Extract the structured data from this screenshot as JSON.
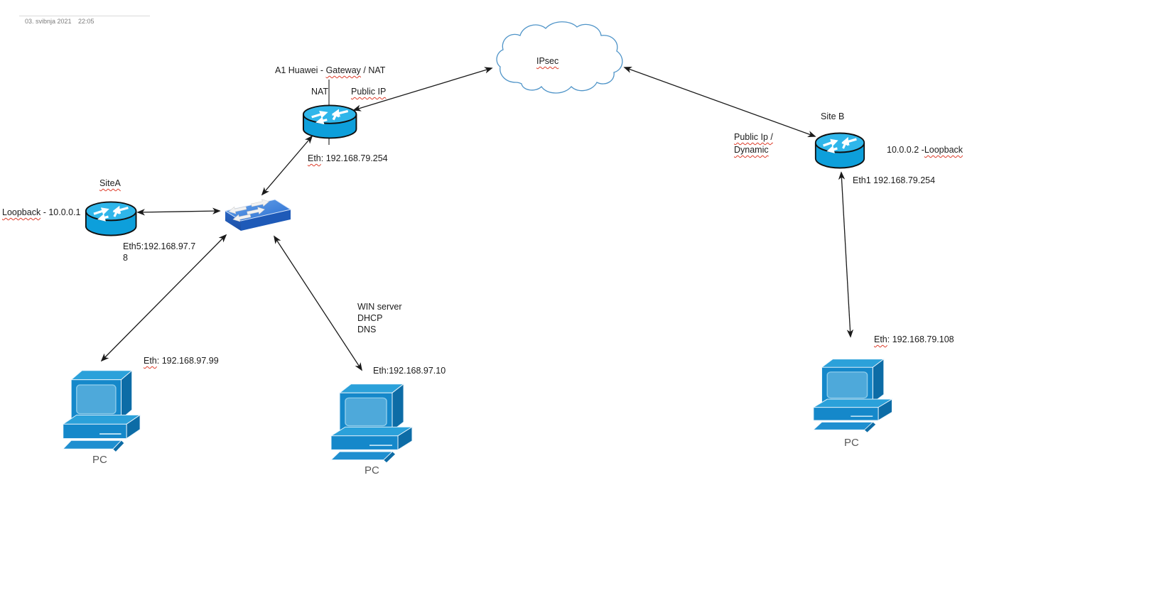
{
  "header": {
    "date": "03. svibnja 2021",
    "time": "22:05"
  },
  "cloud": {
    "label": "IPsec"
  },
  "gateway": {
    "title_prefix": "A1 Huawei - ",
    "title_wavy": "Gateway",
    "title_suffix": " / NAT",
    "nat_label": "NAT",
    "public_ip_label": "Public IP",
    "eth_wavy": "Eth",
    "eth_rest": ": 192.168.79.254"
  },
  "site_a": {
    "name": "SiteA",
    "loopback_wavy": "Loopback",
    "loopback_rest": " - 10.0.0.1",
    "eth_line1": "Eth5:192.168.97.7",
    "eth_line2": "8"
  },
  "site_b": {
    "name": "Site B",
    "public_line1": "Public Ip /",
    "public_line2": "Dynamic",
    "loopback_prefix": "10.0.0.2 -",
    "loopback_wavy": "Loopback",
    "eth1": "Eth1 192.168.79.254"
  },
  "lan": {
    "pc1_eth_wavy": "Eth",
    "pc1_eth_rest": ": 192.168.97.99",
    "pc2_eth": "Eth:192.168.97.10",
    "win_server_lines": [
      "WIN server",
      "DHCP",
      "DNS"
    ]
  },
  "site_b_lan": {
    "pc3_eth_wavy": "Eth",
    "pc3_eth_rest": ": 192.168.79.108"
  },
  "pc_label": "PC",
  "icons": [
    "cloud-icon",
    "router-icon",
    "switch-icon",
    "pc-icon"
  ],
  "colors": {
    "router_body": "#0d9fdb",
    "router_top": "#2fb6ea",
    "switch_blue": "#2e72d2",
    "pc_blue": "#1588ca",
    "cloud_stroke": "#4f94c8",
    "squiggle_red": "#dd3c2a",
    "connector": "#1a1a1a",
    "pc_text_gray": "#595959"
  }
}
